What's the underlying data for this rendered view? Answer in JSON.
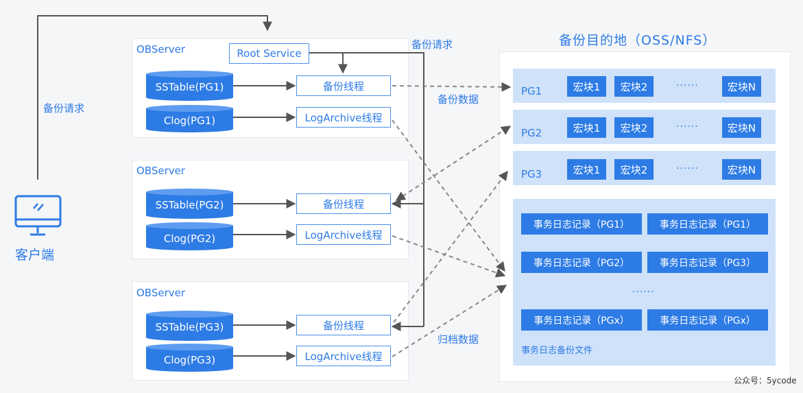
{
  "client": {
    "label": "客户端"
  },
  "labels": {
    "backup_request_left": "备份请求",
    "backup_request_top": "备份请求",
    "backup_data": "备份数据",
    "archive_data": "归档数据"
  },
  "observers": [
    {
      "title": "OBServer",
      "root_service": "Root Service",
      "sstable": "SSTable(PG1)",
      "clog": "Clog(PG1)",
      "backup_thread": "备份线程",
      "logarchive_thread": "LogArchive线程"
    },
    {
      "title": "OBServer",
      "sstable": "SSTable(PG2)",
      "clog": "Clog(PG2)",
      "backup_thread": "备份线程",
      "logarchive_thread": "LogArchive线程"
    },
    {
      "title": "OBServer",
      "sstable": "SSTable(PG3)",
      "clog": "Clog(PG3)",
      "backup_thread": "备份线程",
      "logarchive_thread": "LogArchive线程"
    }
  ],
  "destination": {
    "title": "备份目的地（OSS/NFS）",
    "pgs": [
      {
        "label": "PG1",
        "blocks": [
          "宏块1",
          "宏块2",
          "宏块N"
        ],
        "ellipsis": "······"
      },
      {
        "label": "PG2",
        "blocks": [
          "宏块1",
          "宏块2",
          "宏块N"
        ],
        "ellipsis": "······"
      },
      {
        "label": "PG3",
        "blocks": [
          "宏块1",
          "宏块2",
          "宏块N"
        ],
        "ellipsis": "······"
      }
    ],
    "log_records": [
      [
        "事务日志记录（PG1）",
        "事务日志记录（PG1）"
      ],
      [
        "事务日志记录（PG2）",
        "事务日志记录（PG3）"
      ],
      [
        "事务日志记录（PGx）",
        "事务日志记录（PGx）"
      ]
    ],
    "log_ellipsis": "······",
    "log_file_label": "事务日志备份文件"
  },
  "watermark": "公众号：5ycode",
  "colors": {
    "accent": "#2d7be5",
    "light_block": "#cfe2f9",
    "arrow": "#555555",
    "background": "#f5f6f8"
  }
}
